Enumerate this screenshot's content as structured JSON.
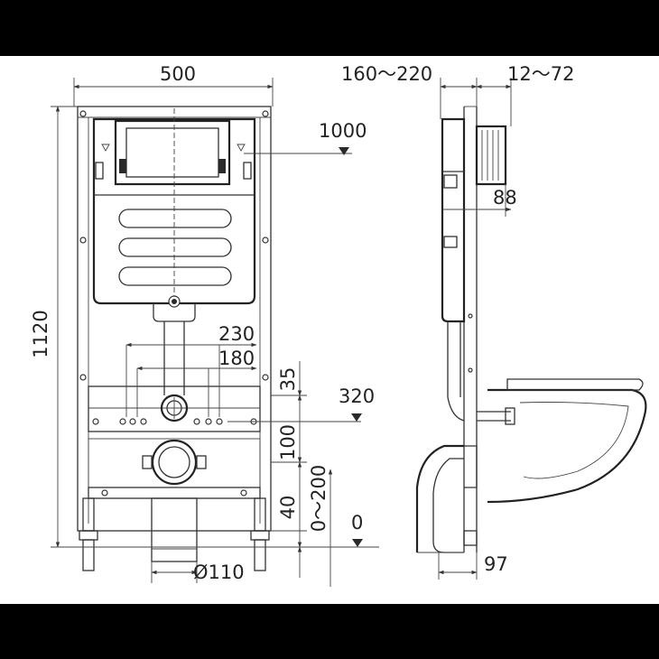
{
  "dimensions": {
    "frame_width": "500",
    "frame_height": "1120",
    "flush_plate_height": "1000",
    "wall_depth_range": "160～220",
    "cistern_offset_range": "12～72",
    "plate_depth": "88",
    "inlet_distance_outer": "230",
    "inlet_distance_inner": "180",
    "inlet_height": "320",
    "inlet_gap_upper": "35",
    "inlet_gap_lower": "100",
    "foot_height": "40",
    "foot_adjust_range": "0～200",
    "floor_level": "0",
    "drain_diameter": "Ø110",
    "pan_offset": "97"
  },
  "colors": {
    "background": "#ffffff",
    "letterbox": "#000000",
    "line": "#333333"
  }
}
